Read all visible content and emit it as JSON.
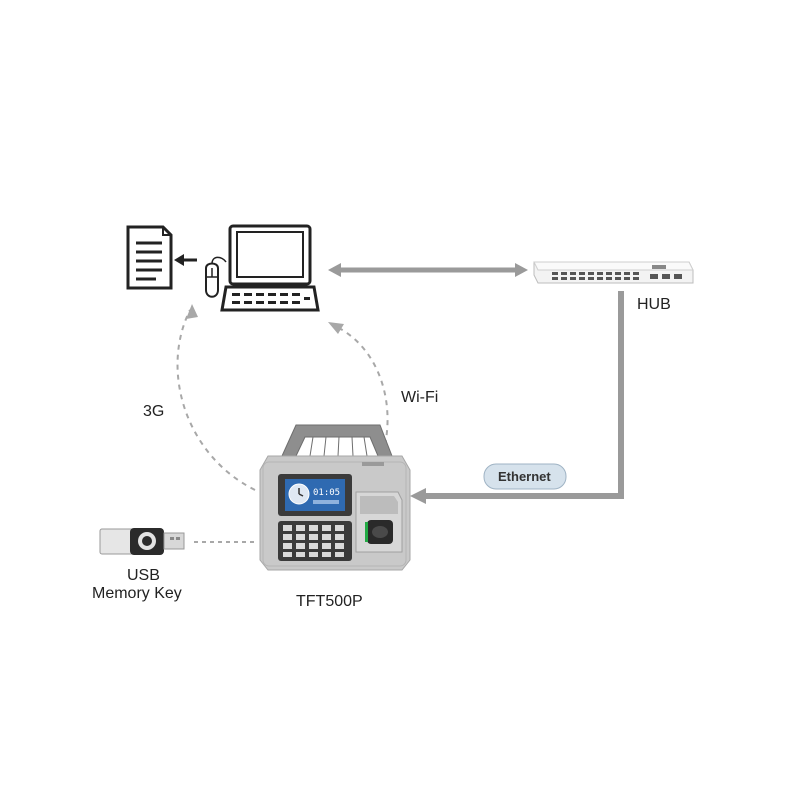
{
  "labels": {
    "hub": "HUB",
    "wifi": "Wi-Fi",
    "three_g": "3G",
    "ethernet": "Ethernet",
    "usb_line1": "USB",
    "usb_line2": "Memory Key",
    "device": "TFT500P",
    "screen_time": "01:05"
  },
  "colors": {
    "link_gray": "#9a9a9a",
    "dashed_gray": "#a8a8a8",
    "ethernet_badge": "#d6e2ec",
    "device_body": "#c9c9c9",
    "icon_stroke": "#222222"
  }
}
